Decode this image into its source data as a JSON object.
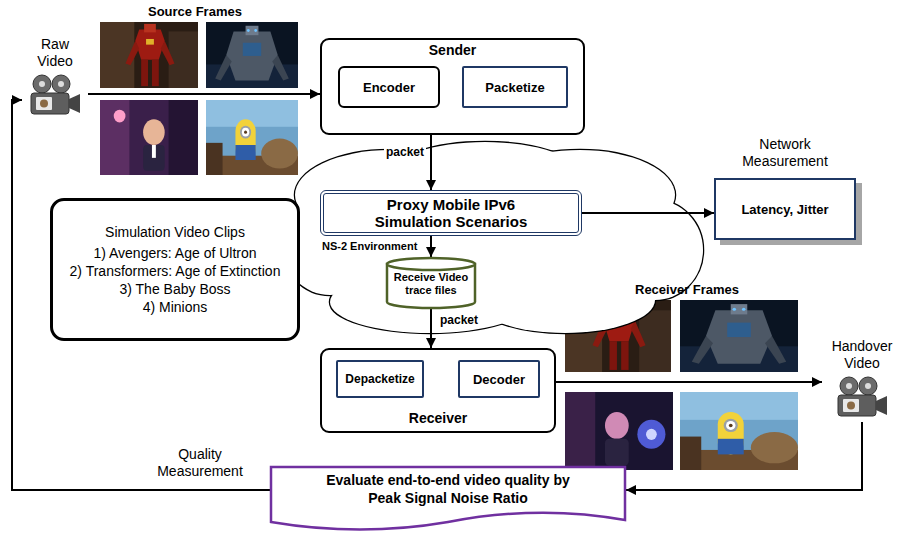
{
  "diagram": {
    "nodes": [
      {
        "text": [
          "Raw Video"
        ]
      },
      {
        "text": [
          "Sender"
        ]
      },
      {
        "text": [
          "Encoder"
        ],
        "in": 1
      },
      {
        "text": [
          "Packetize"
        ],
        "in": 1
      },
      {
        "text": [
          "NS-2 Environment"
        ]
      },
      {
        "text": [
          "Proxy Mobile IPv6 Simulation Scenarios"
        ],
        "in": 4
      },
      {
        "text": [
          "Receive Video trace files"
        ],
        "in": 4
      },
      {
        "text": [
          "Network Measurement",
          "Latency, Jitter"
        ]
      },
      {
        "text": [
          "Simulation Video Clips",
          "1) Avengers: Age of Ultron",
          "2) Transformers: Age of Extinction",
          "3) The Baby Boss",
          "4) Minions"
        ]
      },
      {
        "text": [
          "Receiver"
        ]
      },
      {
        "text": [
          "Depacketize"
        ],
        "in": 9
      },
      {
        "text": [
          "Decoder"
        ],
        "in": 9
      },
      {
        "text": [
          "Handover Video"
        ]
      },
      {
        "text": [
          "Evaluate end-to-end video quality by Peak Signal Noise Ratio"
        ]
      }
    ],
    "edges": [
      {
        "from": 0,
        "to": 1,
        "arrow": "to"
      },
      {
        "from": 2,
        "to": 3,
        "arrow": "to"
      },
      {
        "from": 1,
        "to": 5,
        "label": "packet",
        "arrow": "to"
      },
      {
        "from": 5,
        "to": 6,
        "arrow": "to"
      },
      {
        "from": 5,
        "to": 7,
        "arrow": "to"
      },
      {
        "from": 6,
        "to": 9,
        "label": "packet",
        "arrow": "to"
      },
      {
        "from": 10,
        "to": 11,
        "arrow": "to"
      },
      {
        "from": 9,
        "to": 12,
        "arrow": "to"
      },
      {
        "from": 12,
        "to": 13,
        "arrow": "to"
      },
      {
        "from": 13,
        "to": 0,
        "label": "Quality Measurement",
        "arrow": "to"
      }
    ],
    "labels": [
      "Source Frames",
      "Receiver Frames"
    ]
  }
}
